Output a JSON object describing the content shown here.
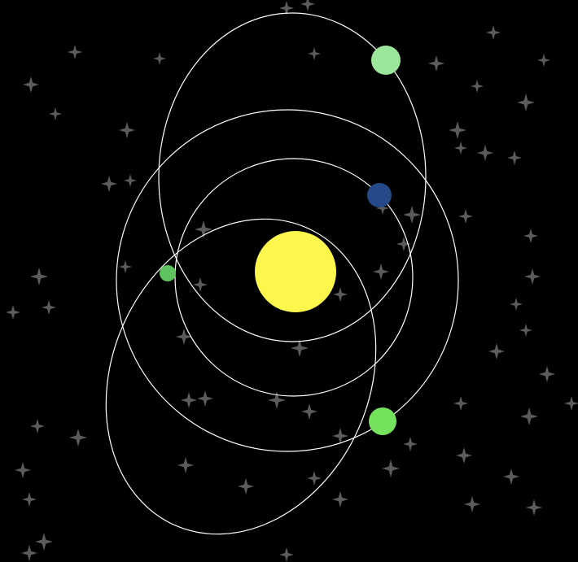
{
  "scene": {
    "background_color": "#000000",
    "orbit_color": "#ffffff",
    "star_color": "#5b5b5b"
  },
  "sun": {
    "color": "#fdf64d"
  },
  "orbits": [
    {
      "id": "orbit-upper"
    },
    {
      "id": "orbit-outer"
    },
    {
      "id": "orbit-inner"
    },
    {
      "id": "orbit-lower-tilted"
    }
  ],
  "planets": [
    {
      "id": "planet-light-green",
      "color": "#9ce69c"
    },
    {
      "id": "planet-blue",
      "color": "#254a8a"
    },
    {
      "id": "planet-small-green",
      "color": "#5ec25e"
    },
    {
      "id": "planet-green",
      "color": "#74e25c"
    }
  ],
  "star_field": {
    "icon": "four-point-star-icon"
  }
}
